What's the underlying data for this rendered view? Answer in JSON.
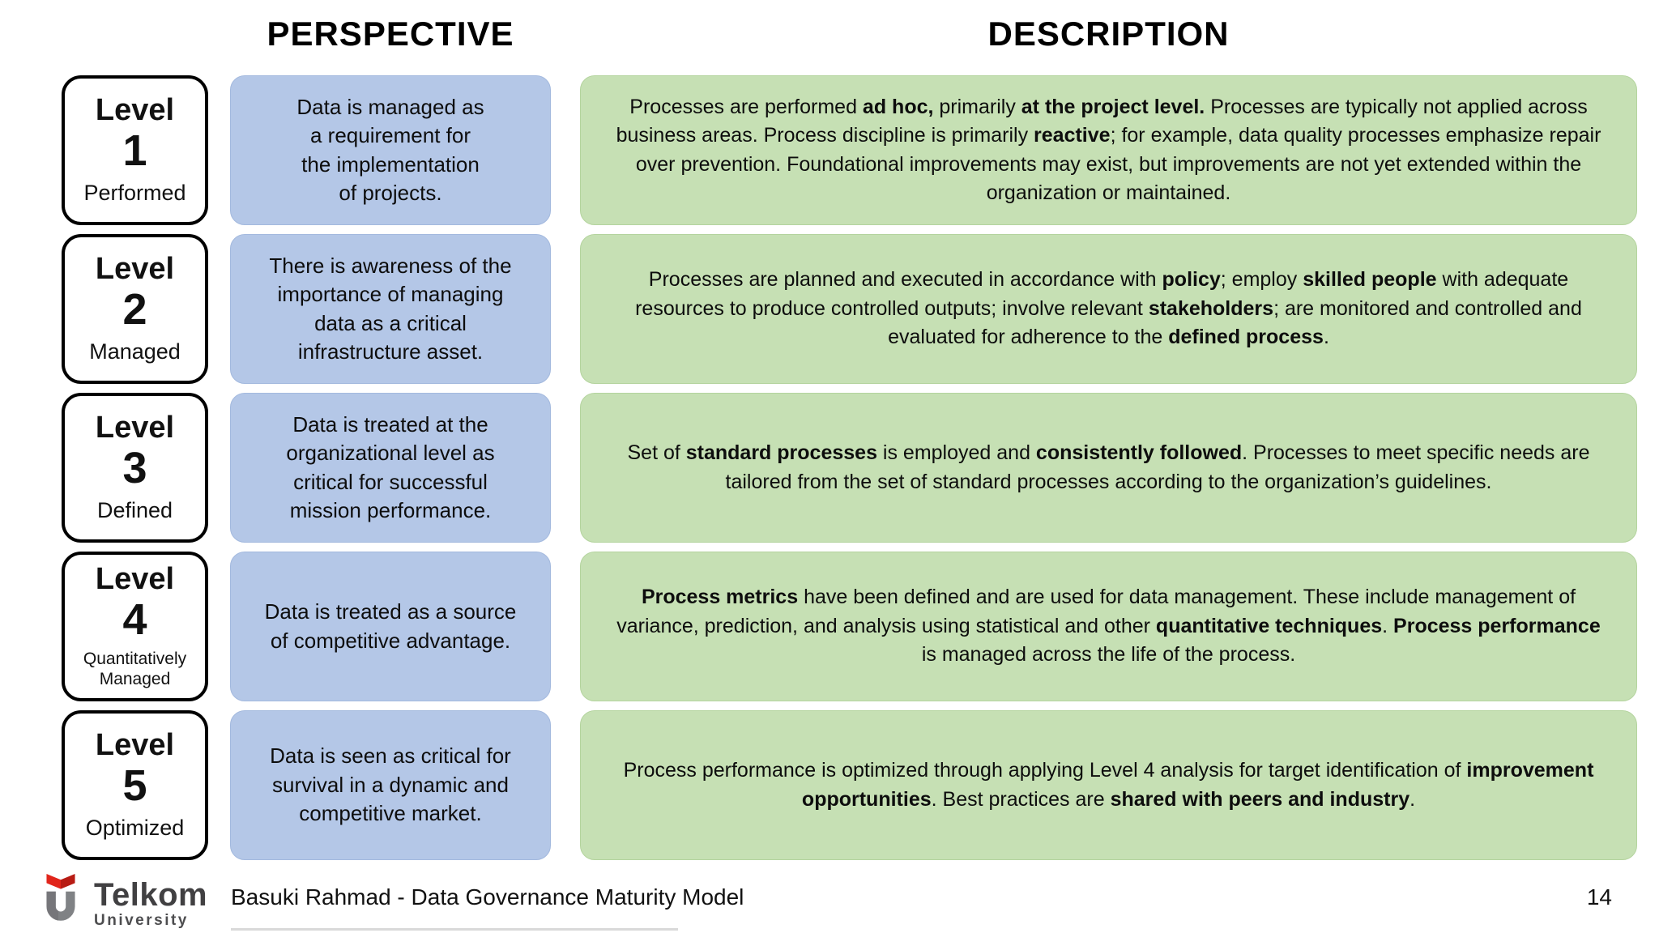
{
  "header": {
    "perspective": "PERSPECTIVE",
    "description": "DESCRIPTION"
  },
  "colors": {
    "perspective_fill": "#b4c7e7",
    "description_fill": "#c6e0b4",
    "level_border": "#000000",
    "logo_red": "#e1251b",
    "logo_gray": "#808285"
  },
  "rows": [
    {
      "level_word": "Level",
      "level_number": "1",
      "level_name": "Performed",
      "perspective": "Data is managed as\na requirement for\nthe implementation\nof projects.",
      "description": [
        {
          "t": "Processes are performed "
        },
        {
          "t": "ad hoc,",
          "b": true
        },
        {
          "t": " primarily "
        },
        {
          "t": "at the project level.",
          "b": true
        },
        {
          "t": " Processes are typically not applied across business areas. Process discipline is primarily "
        },
        {
          "t": "reactive",
          "b": true
        },
        {
          "t": "; for example, data quality processes emphasize repair over prevention. Foundational improvements may exist, but improvements are not yet extended within the organization or maintained."
        }
      ]
    },
    {
      "level_word": "Level",
      "level_number": "2",
      "level_name": "Managed",
      "perspective": "There is awareness of the\nimportance of managing\ndata as a critical\ninfrastructure asset.",
      "description": [
        {
          "t": "Processes are planned and executed in accordance with "
        },
        {
          "t": "policy",
          "b": true
        },
        {
          "t": "; employ "
        },
        {
          "t": "skilled people",
          "b": true
        },
        {
          "t": " with adequate resources to produce controlled outputs; involve relevant "
        },
        {
          "t": "stakeholders",
          "b": true
        },
        {
          "t": "; are monitored and controlled and evaluated for adherence to the "
        },
        {
          "t": "defined process",
          "b": true
        },
        {
          "t": "."
        }
      ]
    },
    {
      "level_word": "Level",
      "level_number": "3",
      "level_name": "Defined",
      "perspective": "Data is treated at the\norganizational level as\ncritical for successful\nmission performance.",
      "description": [
        {
          "t": "Set of "
        },
        {
          "t": "standard processes",
          "b": true
        },
        {
          "t": " is employed and "
        },
        {
          "t": "consistently followed",
          "b": true
        },
        {
          "t": ". Processes to meet specific needs are tailored from the set of standard processes according to the organization’s guidelines."
        }
      ]
    },
    {
      "level_word": "Level",
      "level_number": "4",
      "level_name": "Quantitatively Managed",
      "perspective": "Data is treated as a source\nof competitive advantage.",
      "description": [
        {
          "t": "Process metrics",
          "b": true
        },
        {
          "t": " have been defined and are used for data management. These include management of variance, prediction, and analysis using statistical and other "
        },
        {
          "t": "quantitative techniques",
          "b": true
        },
        {
          "t": ". "
        },
        {
          "t": "Process performance",
          "b": true
        },
        {
          "t": " is managed across the life of the process."
        }
      ]
    },
    {
      "level_word": "Level",
      "level_number": "5",
      "level_name": "Optimized",
      "perspective": "Data is seen as critical for\nsurvival in a dynamic and\ncompetitive market.",
      "description": [
        {
          "t": "Process performance is optimized through applying Level 4 analysis for target identification of "
        },
        {
          "t": "improvement opportunities",
          "b": true
        },
        {
          "t": ". Best practices are "
        },
        {
          "t": "shared with peers and industry",
          "b": true
        },
        {
          "t": "."
        }
      ]
    }
  ],
  "footer": {
    "logo": {
      "brand": "Telkom",
      "sub": "University"
    },
    "caption": "Basuki Rahmad - Data Governance Maturity Model",
    "page_number": "14"
  }
}
